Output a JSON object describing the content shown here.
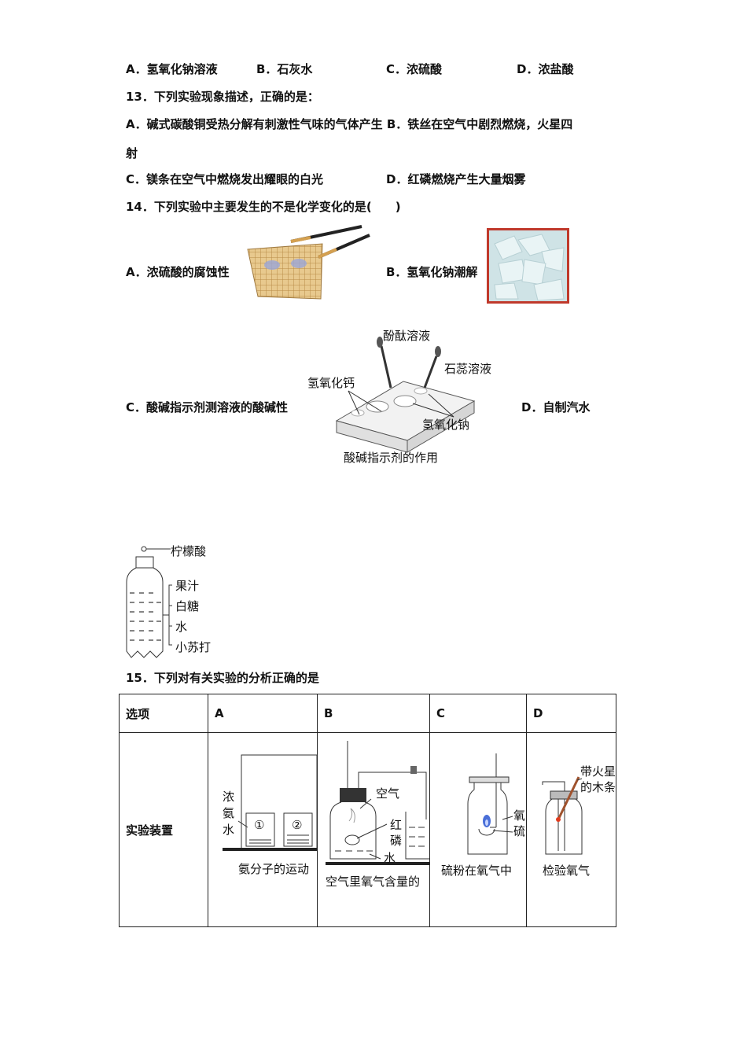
{
  "q12_options": {
    "a": "A．氢氧化钠溶液",
    "b": "B．石灰水",
    "c": "C．浓硫酸",
    "d": "D．浓盐酸"
  },
  "q13": {
    "stem": "13．下列实验现象描述，正确的是：",
    "line1": "A．碱式碳酸铜受热分解有刺激性气味的气体产生 B．铁丝在空气中剧烈燃烧，火星四",
    "line1_cont": "射",
    "c": "C．镁条在空气中燃烧发出耀眼的白光",
    "d": "D．红磷燃烧产生大量烟雾"
  },
  "q14": {
    "stem": "14．下列实验中主要发生的不是化学变化的是(　　)",
    "a": "A．浓硫酸的腐蚀性",
    "b": "B．氢氧化钠潮解",
    "c": "C．酸碱指示剂测溶液的酸碱性",
    "d": "D．自制汽水",
    "fig_c": {
      "phenol": "酚酞溶液",
      "litmus": "石蕊溶液",
      "caoh": "氢氧化钙",
      "naoh": "氢氧化钠",
      "caption": "酸碱指示剂的作用"
    },
    "fig_d": {
      "citric": "柠檬酸",
      "juice": "果汁",
      "sugar": "白糖",
      "water": "水",
      "soda": "小苏打"
    }
  },
  "q15": {
    "stem": "15．下列对有关实验的分析正确的是",
    "headers": [
      "选项",
      "A",
      "B",
      "C",
      "D"
    ],
    "row_label": "实验装置",
    "a": {
      "l1": "浓",
      "l2": "氨",
      "l3": "水",
      "n1": "①",
      "n2": "②",
      "caption": "氨分子的运动"
    },
    "b": {
      "air": "空气",
      "l1": "红",
      "l2": "磷",
      "water": "水",
      "caption": "空气里氧气含量的"
    },
    "c": {
      "l1": "氧",
      "l2": "硫",
      "caption": "硫粉在氧气中"
    },
    "d": {
      "l1": "带火星",
      "l2": "的木条",
      "caption": "检验氧气"
    }
  }
}
